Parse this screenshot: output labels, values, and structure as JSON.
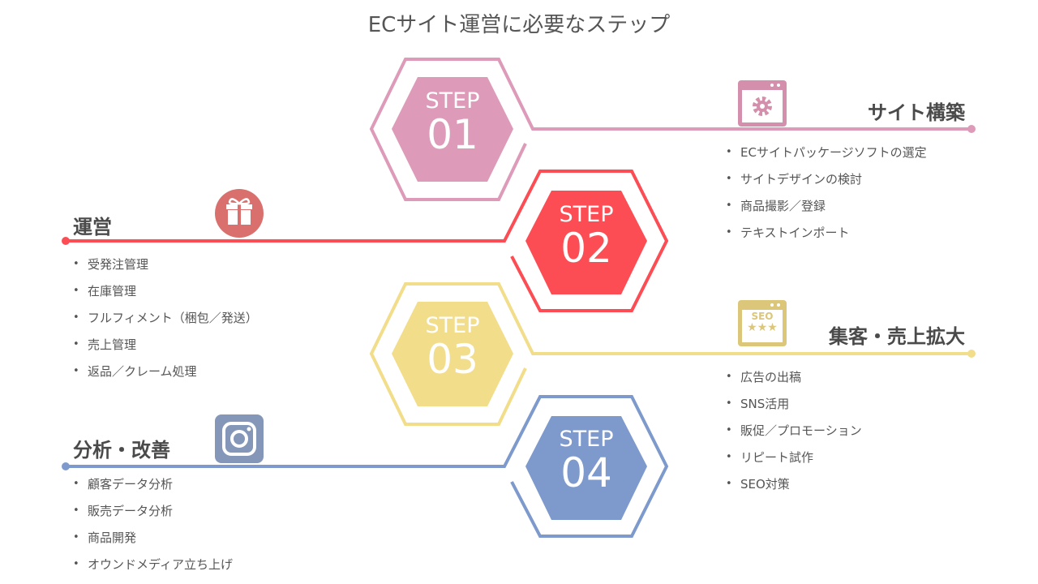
{
  "title": "ECサイト運営に必要なステップ",
  "colors": {
    "step1": "#dd9ab9",
    "step2": "#fd4d54",
    "step3": "#f2dd8a",
    "step4": "#7e9acd"
  },
  "steps": [
    {
      "label": "STEP",
      "number": "01",
      "heading": "サイト構築",
      "icon": "gear-window-icon",
      "items": [
        "ECサイトパッケージソフトの選定",
        "サイトデザインの検討",
        "商品撮影／登録",
        "テキストインポート"
      ]
    },
    {
      "label": "STEP",
      "number": "02",
      "heading": "運営",
      "icon": "gift-icon",
      "items": [
        "受発注管理",
        "在庫管理",
        "フルフィメント（梱包／発送）",
        "売上管理",
        "返品／クレーム処理"
      ]
    },
    {
      "label": "STEP",
      "number": "03",
      "heading": "集客・売上拡大",
      "icon": "seo-window-icon",
      "icon_text": "SEO",
      "icon_stars": "★★★",
      "items": [
        "広告の出稿",
        "SNS活用",
        "販促／プロモーション",
        "リピート試作",
        "SEO対策"
      ]
    },
    {
      "label": "STEP",
      "number": "04",
      "heading": "分析・改善",
      "icon": "instagram-icon",
      "items": [
        "顧客データ分析",
        "販売データ分析",
        "商品開発",
        "オウンドメディア立ち上げ"
      ]
    }
  ]
}
